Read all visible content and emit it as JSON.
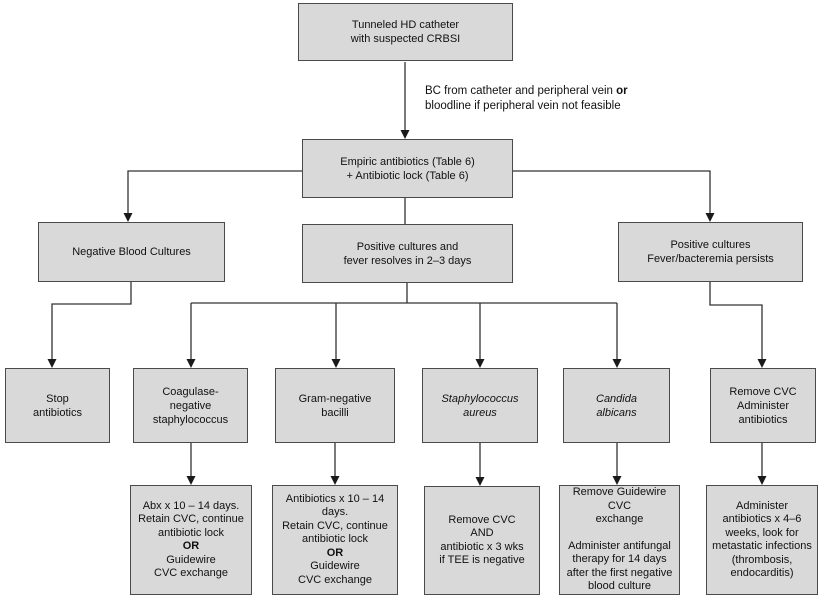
{
  "canvas": {
    "background": "#ffffff",
    "box_fill": "#d9d9d9",
    "box_border": "#4a4a4a",
    "line_color": "#333333",
    "text_color": "#111111"
  },
  "annotation": {
    "line1": "BC from catheter and peripheral vein",
    "line1_bold": "or",
    "line2": "bloodline if peripheral vein not feasible"
  },
  "nodes": {
    "start": {
      "lines": [
        "Tunneled HD catheter",
        "with suspected CRBSI"
      ]
    },
    "empiric": {
      "lines": [
        "Empiric antibiotics (Table 6)",
        "+ Antibiotic lock (Table 6)"
      ]
    },
    "negative": {
      "lines": [
        "Negative Blood Cultures"
      ]
    },
    "resolves": {
      "lines": [
        "Positive cultures and",
        "fever resolves in 2–3 days"
      ]
    },
    "persists": {
      "lines": [
        "Positive cultures",
        "Fever/bacteremia persists"
      ]
    },
    "stop": {
      "lines": [
        "Stop",
        "antibiotics"
      ]
    },
    "coag": {
      "lines": [
        "Coagulase-",
        "negative",
        "staphylococcus"
      ]
    },
    "gram": {
      "lines": [
        "Gram-negative",
        "bacilli"
      ]
    },
    "staph": {
      "lines": [
        "Staphylococcus",
        "aureus"
      ]
    },
    "candida": {
      "lines": [
        "Candida",
        "albicans"
      ]
    },
    "removecvc": {
      "lines": [
        "Remove CVC",
        "Administer",
        "antibiotics"
      ]
    },
    "abx": {
      "lines": [
        "Abx x 10 – 14 days.",
        "Retain CVC, continue",
        "antibiotic lock",
        "OR",
        "Guidewire",
        "CVC exchange"
      ]
    },
    "antibiotics": {
      "lines": [
        "Antibiotics x 10 – 14",
        "days.",
        "Retain CVC, continue",
        "antibiotic lock",
        "OR",
        "Guidewire",
        "CVC exchange"
      ]
    },
    "removeand": {
      "lines": [
        "Remove CVC",
        "AND",
        "antibiotic x 3 wks",
        "if TEE is negative"
      ]
    },
    "guidewire": {
      "lines": [
        "Remove Guidewire",
        "CVC",
        "exchange",
        "",
        "Administer antifungal",
        "therapy for 14 days",
        "after the first negative",
        "blood culture"
      ]
    },
    "administer": {
      "lines": [
        "Administer",
        "antibiotics x 4–6",
        "weeks, look for",
        "metastatic infections",
        "(thrombosis,",
        "endocarditis)"
      ]
    }
  }
}
